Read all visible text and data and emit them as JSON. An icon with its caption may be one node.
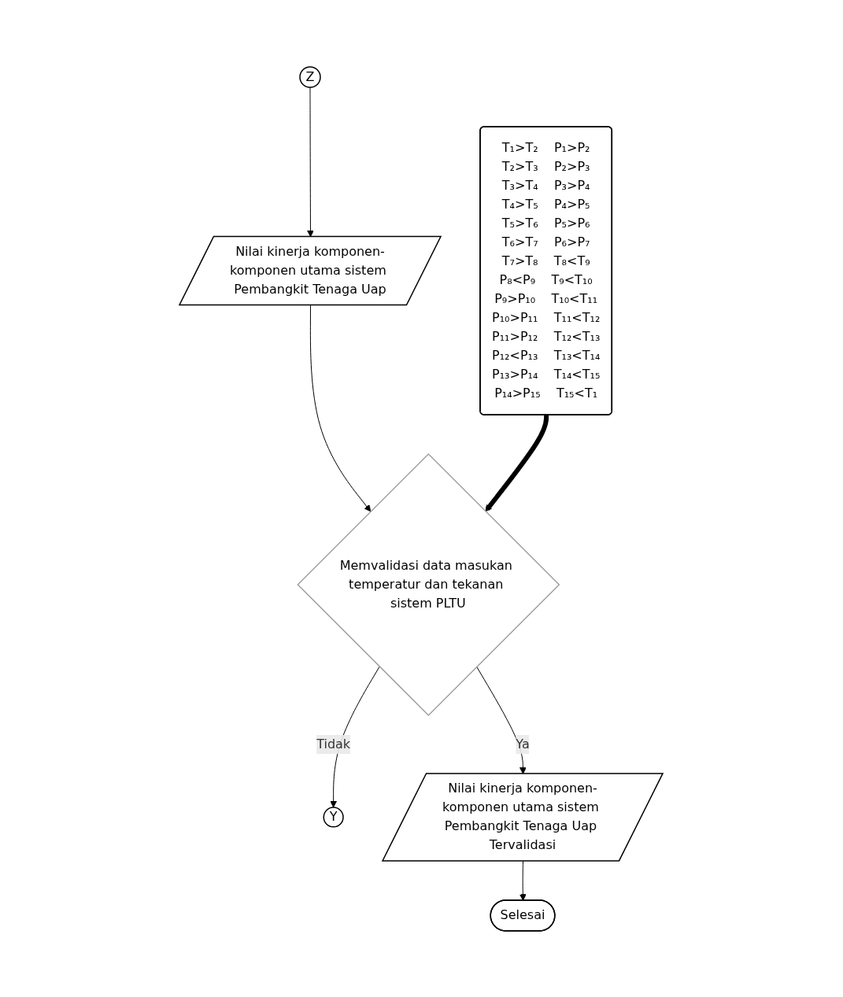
{
  "diagram": {
    "nodes": [
      {
        "text": [
          "Z"
        ]
      },
      {
        "text": [
          "Nilai kinerja komponen-komponen utama sistem Pembangkit Tenaga Uap"
        ]
      },
      {
        "text": [
          "Memvalidasi data masukan temperatur dan tekanan sistem PLTU"
        ]
      },
      {
        "text": [
          "Y"
        ]
      },
      {
        "text": [
          "Nilai kinerja komponen-komponen utama sistem Pembangkit Tenaga Uap Tervalidasi"
        ]
      },
      {
        "text": [
          "Selesai"
        ]
      },
      {
        "text": [
          "T₁>T₂",
          "P₁>P₂",
          "T₂>T₃",
          "P₂>P₃",
          "T₃>T₄",
          "P₃>P₄",
          "T₄>T₅",
          "P₄>P₅",
          "T₅>T₆",
          "P₅>P₆",
          "T₆>T₇",
          "P₆>P₇",
          "T₇>T₈",
          "T₈<T₉",
          "P₈<P₉",
          "T₉<T₁₀",
          "P₉>P₁₀",
          "T₁₀<T₁₁",
          "P₁₀>P₁₁",
          "T₁₁<T₁₂",
          "P₁₁>P₁₂",
          "T₁₂<T₁₃",
          "P₁₂<P₁₃",
          "T₁₃<T₁₄",
          "P₁₃>P₁₄",
          "T₁₄<T₁₅",
          "P₁₄>P₁₅",
          "T₁₅<T₁"
        ]
      }
    ],
    "edges": [
      {
        "from": 0,
        "to": 1,
        "arrow": "to"
      },
      {
        "from": 1,
        "to": 2,
        "arrow": "to"
      },
      {
        "from": 2,
        "to": 3,
        "arrow": "to",
        "label": "Tidak"
      },
      {
        "from": 2,
        "to": 4,
        "arrow": "to",
        "label": "Ya"
      },
      {
        "from": 4,
        "to": 5,
        "arrow": "to"
      },
      {
        "from": 6,
        "to": 2,
        "arrow": "to",
        "style": "thick"
      }
    ]
  }
}
